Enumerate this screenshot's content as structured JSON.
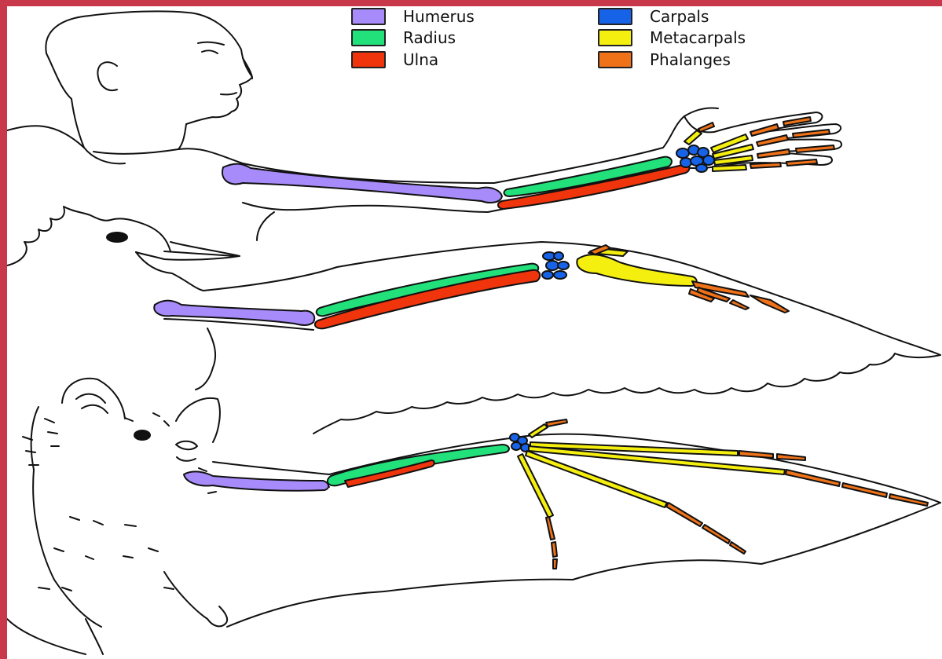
{
  "legend": {
    "items": [
      {
        "label": "Humerus",
        "color": "#a78bfa",
        "name": "legend-humerus"
      },
      {
        "label": "Radius",
        "color": "#22e07a",
        "name": "legend-radius"
      },
      {
        "label": "Ulna",
        "color": "#f0340c",
        "name": "legend-ulna"
      },
      {
        "label": "Carpals",
        "color": "#1763e8",
        "name": "legend-carpals"
      },
      {
        "label": "Metacarpals",
        "color": "#f5ef10",
        "name": "legend-metacarpals"
      },
      {
        "label": "Phalanges",
        "color": "#f07218",
        "name": "legend-phalanges"
      }
    ]
  },
  "colors": {
    "frame": "#c8384a",
    "outline": "#111111",
    "humerus": "#a78bfa",
    "radius": "#22e07a",
    "ulna": "#f0340c",
    "carpals": "#1763e8",
    "metacarpals": "#f5ef10",
    "phalanges": "#f07218"
  },
  "subjects": [
    "human-arm",
    "bird-wing",
    "bat-wing"
  ]
}
